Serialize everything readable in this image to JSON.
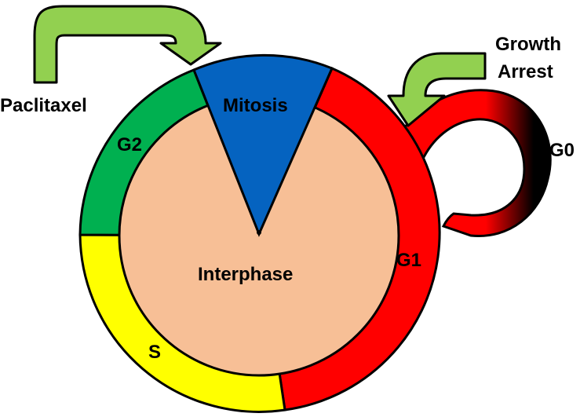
{
  "labels": {
    "paclitaxel": "Paclitaxel",
    "growth_arrest_line1": "Growth",
    "growth_arrest_line2": "Arrest",
    "mitosis": "Mitosis",
    "interphase": "Interphase",
    "g0": "G0",
    "g1": "G1",
    "g2": "G2",
    "s": "S"
  },
  "colors": {
    "interphase": "#F7BF96",
    "mitosis": "#0563C0",
    "g1": "#FF0000",
    "g2": "#00B050",
    "s": "#FFFF00",
    "g0_dark": "#000000",
    "arrow": "#92D050"
  }
}
